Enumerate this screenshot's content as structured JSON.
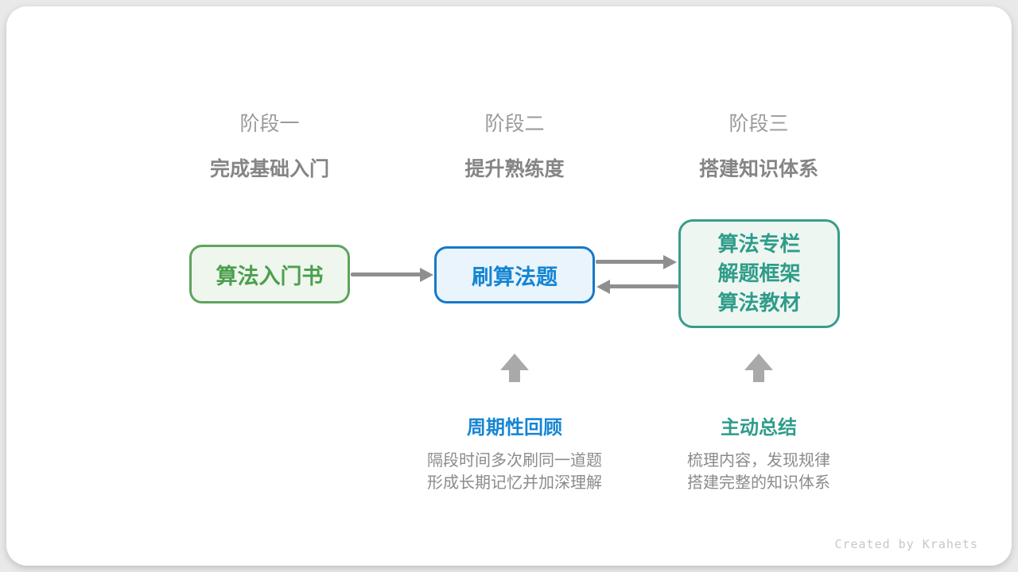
{
  "stages": [
    {
      "label": "阶段一",
      "subtitle": "完成基础入门"
    },
    {
      "label": "阶段二",
      "subtitle": "提升熟练度"
    },
    {
      "label": "阶段三",
      "subtitle": "搭建知识体系"
    }
  ],
  "boxes": [
    {
      "text": "算法入门书"
    },
    {
      "text": "刷算法题"
    },
    {
      "lines": [
        "算法专栏",
        "解题框架",
        "算法教材"
      ]
    }
  ],
  "annotations": [
    {
      "title": "周期性回顾",
      "desc_lines": [
        "隔段时间多次刷同一道题",
        "形成长期记忆并加深理解"
      ]
    },
    {
      "title": "主动总结",
      "desc_lines": [
        "梳理内容，发现规律",
        "搭建完整的知识体系"
      ]
    }
  ],
  "credit": "Created by Krahets",
  "colors": {
    "green-border": "#5fa35e",
    "green-text": "#4b9f4d",
    "green-fill": "#eff6ed",
    "blue-border": "#1878c8",
    "blue-text": "#1585d3",
    "blue-fill": "#eaf4fc",
    "teal-border": "#389c8c",
    "teal-text": "#2f9c8a",
    "teal-fill": "#eef6f2",
    "arrow-gray": "#8f8f8f",
    "block-arrow-gray": "#a9a9a9",
    "stage-label-gray": "#9a9a9a",
    "stage-subtitle-gray": "#858585",
    "desc-gray": "#8b8b8b",
    "credit-gray": "#c7c7c7"
  }
}
